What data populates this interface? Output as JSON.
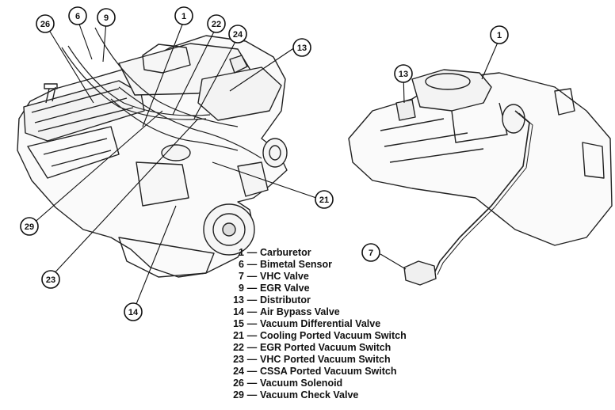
{
  "legend": {
    "dash": "—",
    "items": [
      {
        "num": "1",
        "label": "Carburetor"
      },
      {
        "num": "6",
        "label": "Bimetal Sensor"
      },
      {
        "num": "7",
        "label": "VHC Valve"
      },
      {
        "num": "9",
        "label": "EGR Valve"
      },
      {
        "num": "13",
        "label": "Distributor"
      },
      {
        "num": "14",
        "label": "Air Bypass Valve"
      },
      {
        "num": "15",
        "label": "Vacuum Differential Valve"
      },
      {
        "num": "21",
        "label": "Cooling Ported Vacuum Switch"
      },
      {
        "num": "22",
        "label": "EGR Ported Vacuum Switch"
      },
      {
        "num": "23",
        "label": "VHC Ported Vacuum Switch"
      },
      {
        "num": "24",
        "label": "CSSA Ported Vacuum Switch"
      },
      {
        "num": "26",
        "label": "Vacuum Solenoid"
      },
      {
        "num": "29",
        "label": "Vacuum Check Valve"
      }
    ]
  },
  "callouts": {
    "left": [
      "26",
      "6",
      "9",
      "1",
      "22",
      "24",
      "13",
      "21",
      "29",
      "23",
      "14"
    ],
    "right": [
      "1",
      "13",
      "7"
    ]
  }
}
